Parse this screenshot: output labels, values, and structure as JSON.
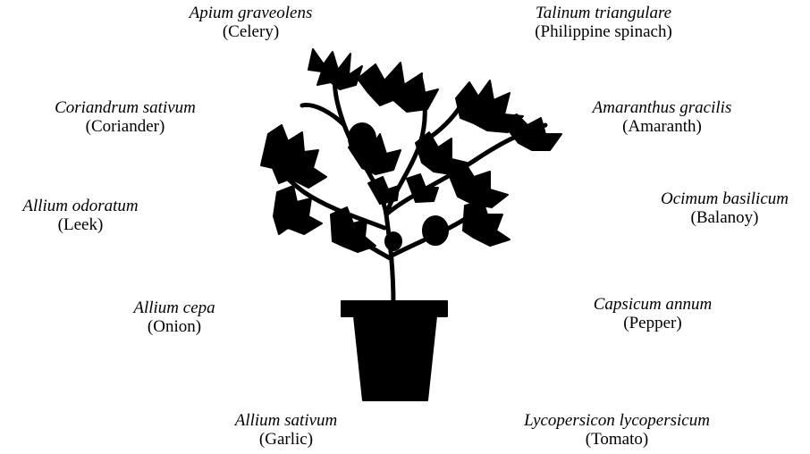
{
  "labels": [
    {
      "id": "celery",
      "scientific": "Apium graveolens",
      "common": "(Celery)"
    },
    {
      "id": "philippine-spinach",
      "scientific": "Talinum triangulare",
      "common": "(Philippine spinach)"
    },
    {
      "id": "coriander",
      "scientific": "Coriandrum sativum",
      "common": "(Coriander)"
    },
    {
      "id": "amaranth",
      "scientific": "Amaranthus gracilis",
      "common": "(Amaranth)"
    },
    {
      "id": "leek",
      "scientific": "Allium odoratum",
      "common": "(Leek)"
    },
    {
      "id": "balanoy",
      "scientific": "Ocimum basilicum",
      "common": "(Balanoy)"
    },
    {
      "id": "onion",
      "scientific": "Allium cepa",
      "common": "(Onion)"
    },
    {
      "id": "pepper",
      "scientific": "Capsicum annum",
      "common": "(Pepper)"
    },
    {
      "id": "garlic",
      "scientific": "Allium sativum",
      "common": "(Garlic)"
    },
    {
      "id": "tomato",
      "scientific": "Lycopersicon lycopersicum",
      "common": "(Tomato)"
    }
  ],
  "colors": {
    "ink": "#000000",
    "background": "#ffffff"
  },
  "illustration": "potted-tomato-plant"
}
